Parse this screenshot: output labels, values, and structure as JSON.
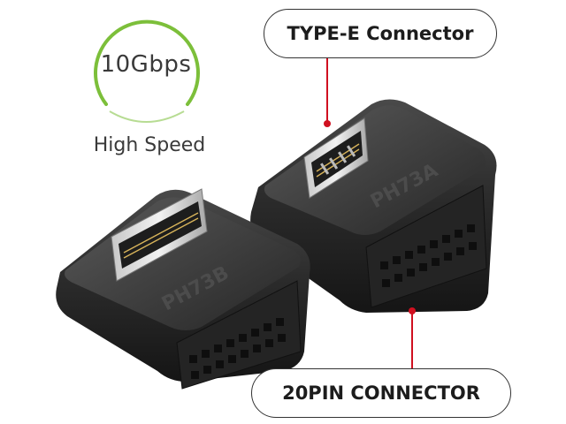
{
  "badge": {
    "speed": "10Gbps",
    "subtitle": "High Speed",
    "ring_color": "#7cbf3a"
  },
  "callouts": {
    "top_label": "TYPE-E Connector",
    "bottom_label": "20PIN CONNECTOR",
    "pointer_color": "#d01020"
  },
  "products": {
    "left_marking": "PH73B",
    "right_marking": "PH73A",
    "body_color": "#262626"
  }
}
